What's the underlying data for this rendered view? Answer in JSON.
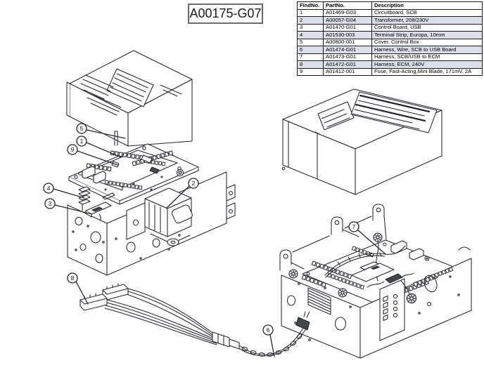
{
  "title_block": {
    "part_number": "A00175-G07"
  },
  "parts_table": {
    "headers": [
      "FindNo.",
      "PartNo.",
      "Description"
    ],
    "rows": [
      {
        "find": "1",
        "part": "A01469-G03",
        "desc": "Circuitboard, SCB"
      },
      {
        "find": "2",
        "part": "A00057-G04",
        "desc": "Transformer, 208/230V"
      },
      {
        "find": "3",
        "part": "A01470-G01",
        "desc": "Control Board, USB"
      },
      {
        "find": "4",
        "part": "A01530-003",
        "desc": "Terminal Strip, Europa, 10mm"
      },
      {
        "find": "5",
        "part": "A00800-001",
        "desc": "Cover, Control Box"
      },
      {
        "find": "6",
        "part": "A01474-G01",
        "desc": "Harness, Wire, SCB to USB Board"
      },
      {
        "find": "7",
        "part": "A01473-G01",
        "desc": "Harness, SCB/USB to ECM"
      },
      {
        "find": "8",
        "part": "A01472-G01",
        "desc": "Harness, ECM, 240V"
      },
      {
        "find": "9",
        "part": "A01412-001",
        "desc": "Fuse, Fast-Acting,Mini Blade, 171mV, 2A"
      }
    ]
  },
  "callouts": [
    {
      "label": "5"
    },
    {
      "label": "1"
    },
    {
      "label": "9"
    },
    {
      "label": "4"
    },
    {
      "label": "3"
    },
    {
      "label": "2"
    },
    {
      "label": "8"
    },
    {
      "label": "6"
    },
    {
      "label": "7"
    }
  ],
  "colors": {
    "line": "#26262e",
    "row_shade": "#dcdee9",
    "table_border": "#1b1b1b",
    "dark_fill": "#44444c"
  }
}
